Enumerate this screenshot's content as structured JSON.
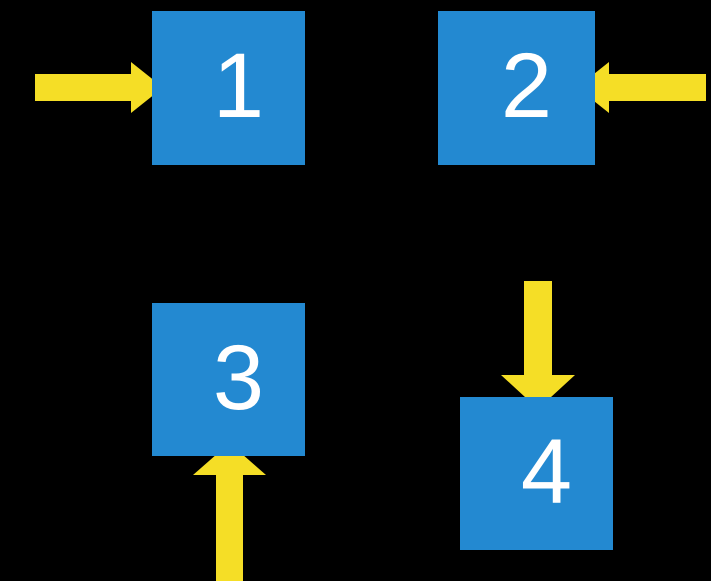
{
  "diagram": {
    "title": "Four-node flow diagram with incoming arrows",
    "background_color": "#000000",
    "node_color": "#2389D1",
    "node_text_color": "#FFFFFF",
    "arrow_color": "#F5DE26",
    "nodes": [
      {
        "id": "node-1",
        "label": "1",
        "name": "node-box-1"
      },
      {
        "id": "node-2",
        "label": "2",
        "name": "node-box-2"
      },
      {
        "id": "node-3",
        "label": "3",
        "name": "node-box-3"
      },
      {
        "id": "node-4",
        "label": "4",
        "name": "node-box-4"
      }
    ],
    "arrows": [
      {
        "id": "arrow-into-1",
        "direction": "right",
        "target": "1",
        "name": "arrow-right-into-node-1"
      },
      {
        "id": "arrow-into-2",
        "direction": "left",
        "target": "2",
        "name": "arrow-left-into-node-2"
      },
      {
        "id": "arrow-into-3",
        "direction": "up",
        "target": "3",
        "name": "arrow-up-into-node-3"
      },
      {
        "id": "arrow-into-4",
        "direction": "down",
        "target": "4",
        "name": "arrow-down-into-node-4"
      }
    ]
  }
}
